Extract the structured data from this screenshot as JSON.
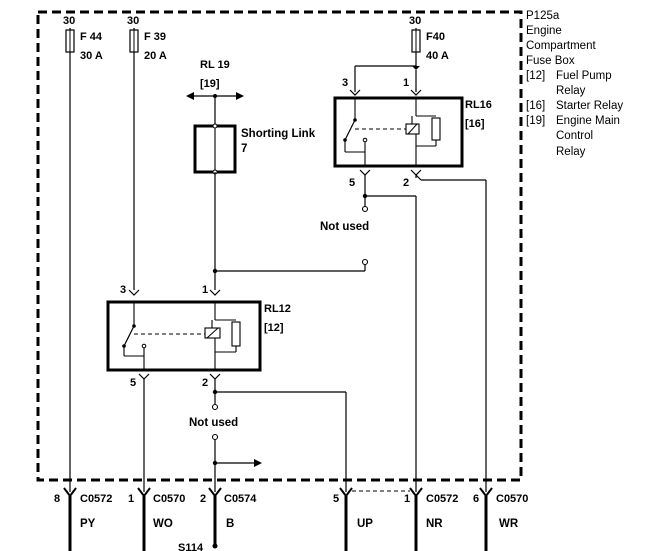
{
  "fuse_box": {
    "title_lines": [
      "P125a",
      "Engine",
      "Compartment",
      "Fuse Box"
    ],
    "legend": [
      {
        "code": "[12]",
        "lines": [
          "Fuel Pump",
          "Relay"
        ]
      },
      {
        "code": "[16]",
        "lines": [
          "Starter Relay"
        ]
      },
      {
        "code": "[19]",
        "lines": [
          "Engine Main",
          "Control",
          "Relay"
        ]
      }
    ]
  },
  "fuses": [
    {
      "circuit": "30",
      "name": "F 44",
      "rating": "30 A"
    },
    {
      "circuit": "30",
      "name": "F 39",
      "rating": "20 A"
    },
    {
      "circuit": "30",
      "name": "F40",
      "rating": "40 A"
    }
  ],
  "rl19": {
    "name": "RL 19",
    "ref": "[19]"
  },
  "shorting_link": {
    "label": "Shorting Link",
    "number": "7"
  },
  "rl16": {
    "name": "RL16",
    "ref": "[16]",
    "pin_top_left": "3",
    "pin_top_right": "1",
    "pin_bottom_left": "5",
    "pin_bottom_right": "2"
  },
  "rl12": {
    "name": "RL12",
    "ref": "[12]",
    "pin_top_left": "3",
    "pin_top_right": "1",
    "pin_bottom_left": "5",
    "pin_bottom_right": "2"
  },
  "not_used_upper": "Not used",
  "not_used_lower": "Not used",
  "connectors": [
    {
      "pin": "8",
      "connector": "C0572",
      "wire": "PY"
    },
    {
      "pin": "1",
      "connector": "C0570",
      "wire": "WO"
    },
    {
      "pin": "2",
      "connector": "C0574",
      "wire": "B"
    },
    {
      "pin": "5",
      "connector": "",
      "wire": "UP"
    },
    {
      "pin": "1",
      "connector": "C0572",
      "wire": "NR"
    },
    {
      "pin": "6",
      "connector": "C0570",
      "wire": "WR"
    }
  ],
  "splice": "S114"
}
